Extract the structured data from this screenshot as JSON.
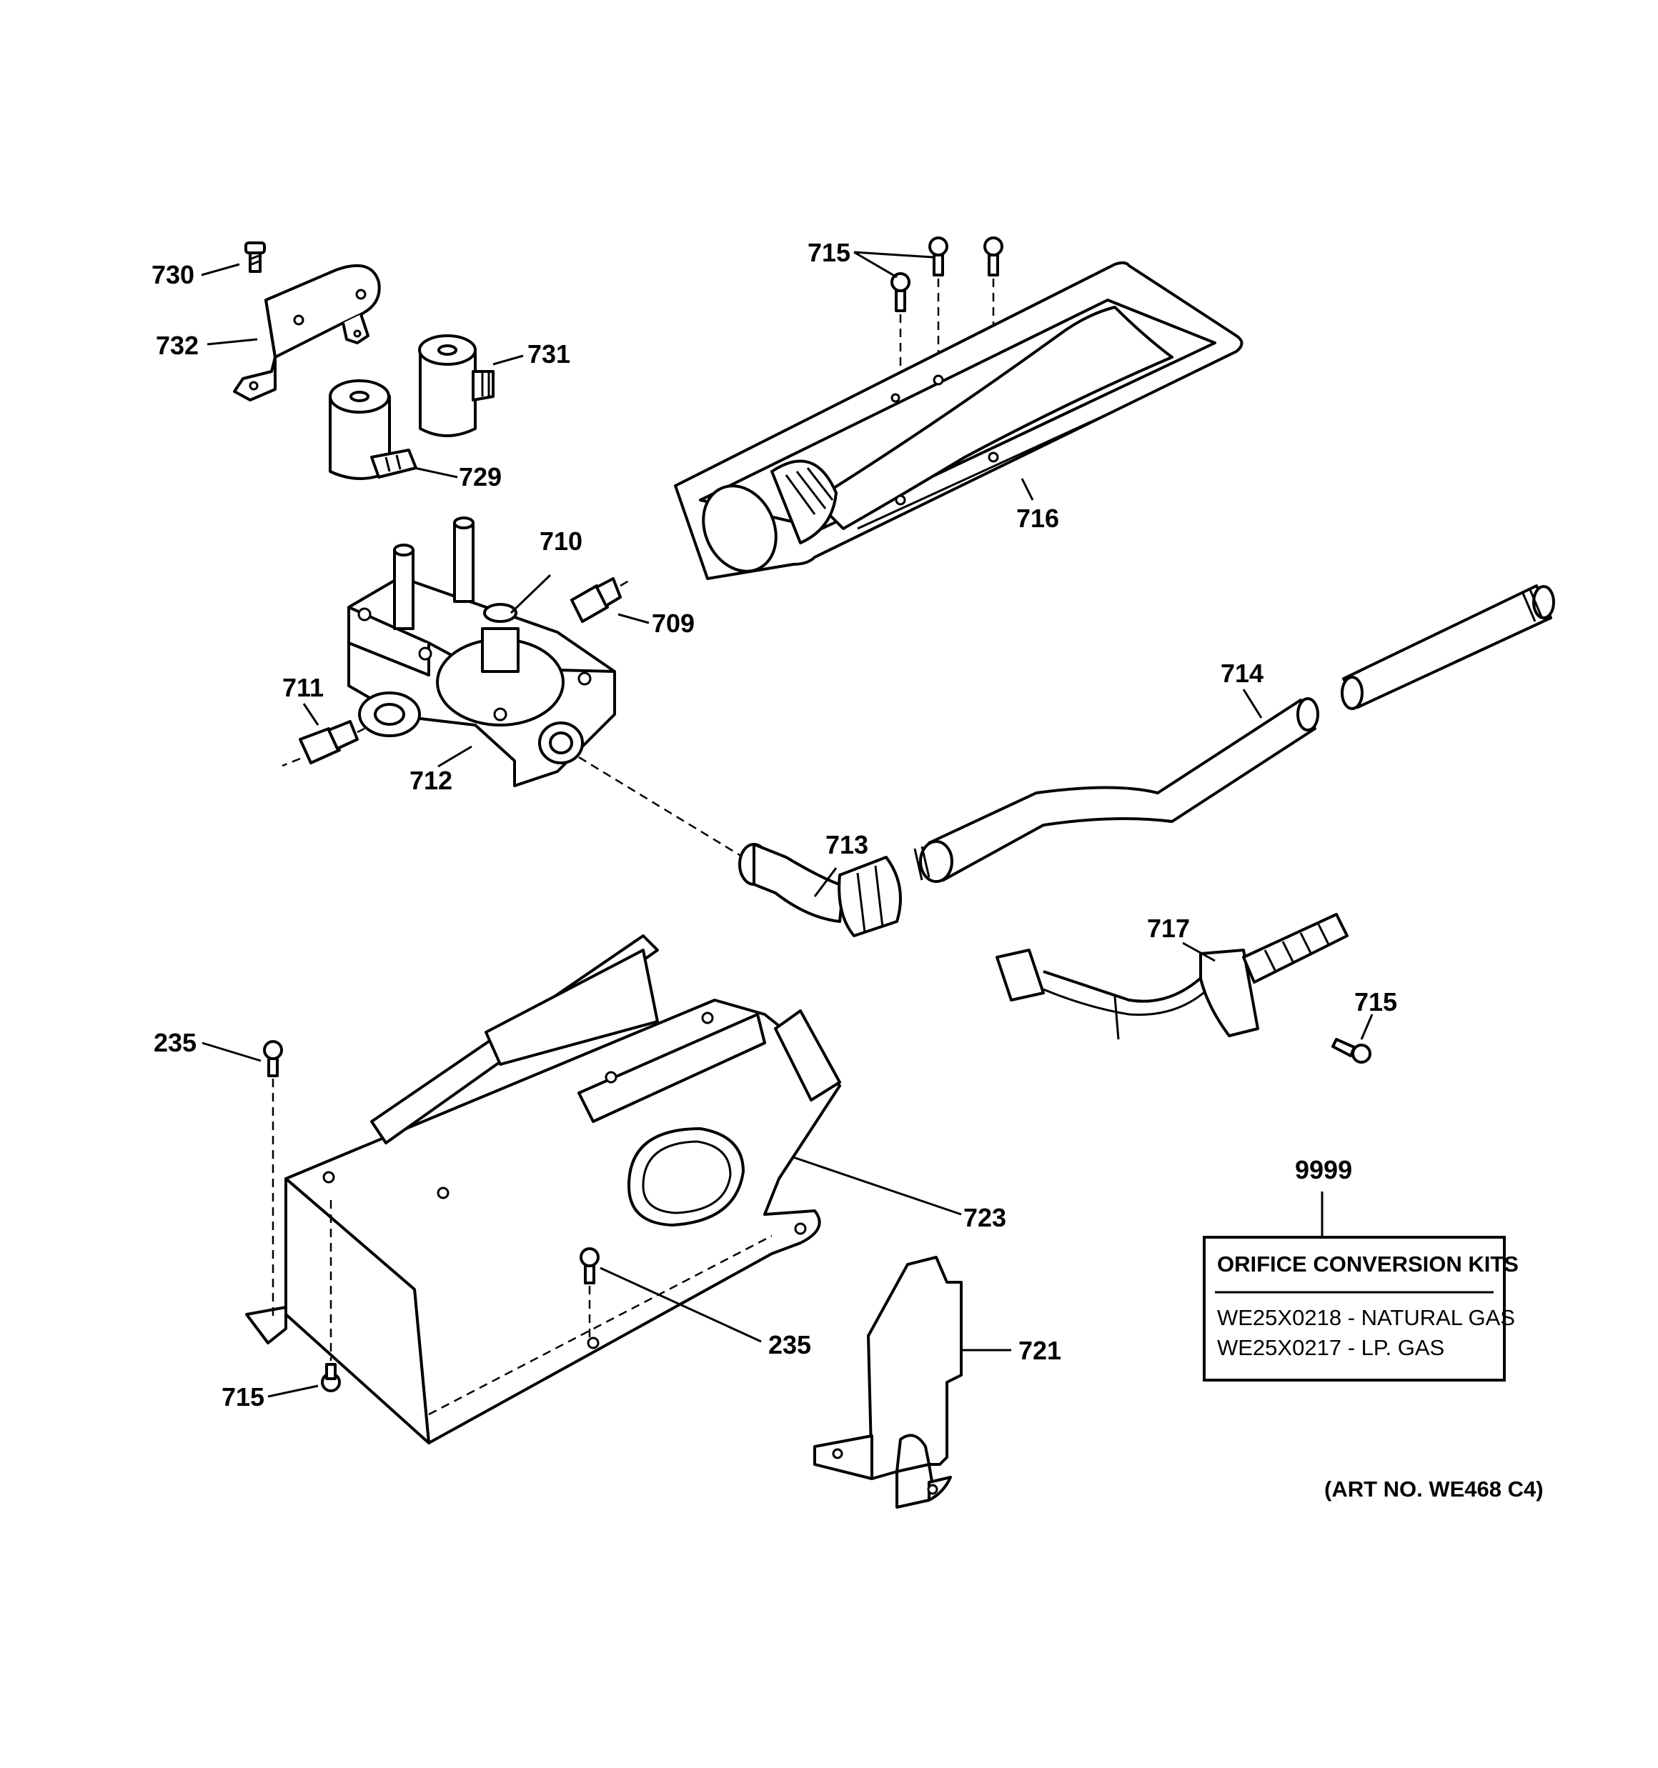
{
  "labels": {
    "p730": "730",
    "p732": "732",
    "p731": "731",
    "p729": "729",
    "p715_top": "715",
    "p716": "716",
    "p710": "710",
    "p709": "709",
    "p711": "711",
    "p712": "712",
    "p714": "714",
    "p713": "713",
    "p717": "717",
    "p715_right": "715",
    "p235_left": "235",
    "p723": "723",
    "p9999": "9999",
    "p235_bottom": "235",
    "p721": "721",
    "p715_bottom": "715"
  },
  "kit_box": {
    "title": "ORIFICE CONVERSION KITS",
    "rows": [
      {
        "part": "WE25X0218",
        "desc": "NATURAL GAS"
      },
      {
        "part": "WE25X0217",
        "desc": "LP. GAS"
      }
    ]
  },
  "art_no": "(ART NO. WE468 C4)"
}
